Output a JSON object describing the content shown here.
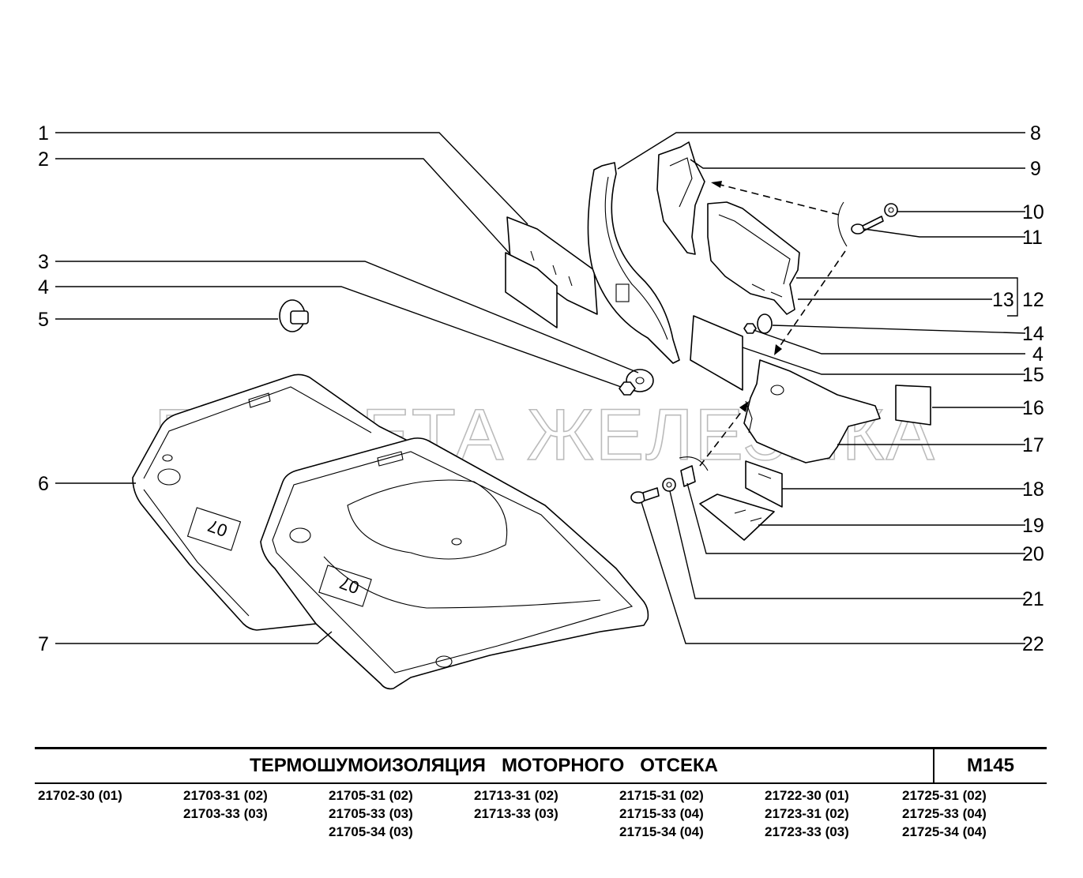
{
  "watermark": "ПЛАНЕТА ЖЕЛЕЗЯКА",
  "callouts": [
    "1",
    "2",
    "3",
    "4",
    "5",
    "6",
    "7",
    "8",
    "9",
    "10",
    "11",
    "12",
    "13",
    "14",
    "4",
    "15",
    "16",
    "17",
    "18",
    "19",
    "20",
    "21",
    "22"
  ],
  "title": "ТЕРМОШУМОИЗОЛЯЦИЯ   МОТОРНОГО   ОТСЕКА",
  "code": "M145",
  "models": [
    [
      "21702-30 (01)"
    ],
    [
      "21703-31 (02)",
      "21703-33 (03)"
    ],
    [
      "21705-31 (02)",
      "21705-33 (03)",
      "21705-34 (03)"
    ],
    [
      "21713-31 (02)",
      "21713-33 (03)"
    ],
    [
      "21715-31 (02)",
      "21715-33 (04)",
      "21715-34 (04)"
    ],
    [
      "21722-30 (01)",
      "21723-31 (02)",
      "21723-33 (03)"
    ],
    [
      "21725-31 (02)",
      "21725-33 (04)",
      "21725-34 (04)"
    ]
  ]
}
